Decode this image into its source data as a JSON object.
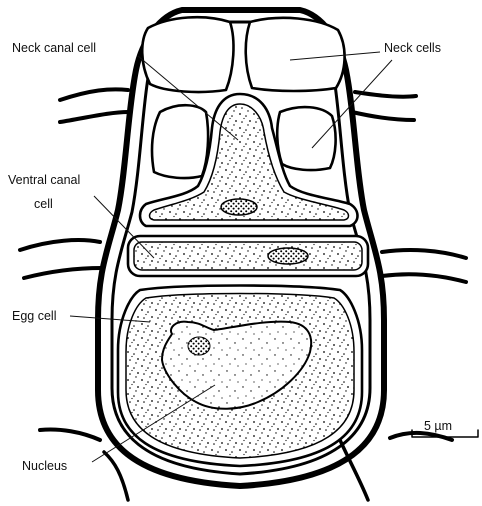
{
  "figure": {
    "labels": {
      "neck_canal_cell": "Neck canal cell",
      "neck_cells": "Neck cells",
      "ventral_canal_cell_line1": "Ventral canal",
      "ventral_canal_cell_line2": "cell",
      "egg_cell": "Egg cell",
      "nucleus": "Nucleus"
    },
    "scale_bar": {
      "label": "5 µm"
    }
  }
}
